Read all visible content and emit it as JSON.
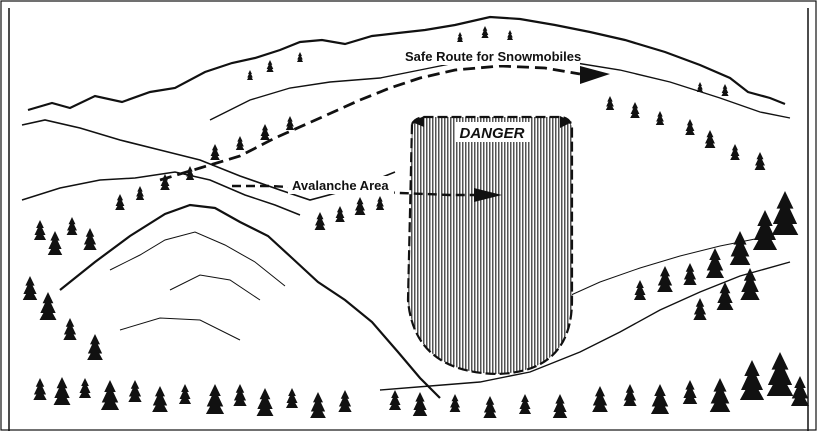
{
  "labels": {
    "safe_route": "Safe Route for Snowmobiles",
    "avalanche_area": "Avalanche Area",
    "danger": "DANGER"
  },
  "colors": {
    "ink": "#111111",
    "paper": "#ffffff",
    "hatch": "#2a2a2a"
  }
}
